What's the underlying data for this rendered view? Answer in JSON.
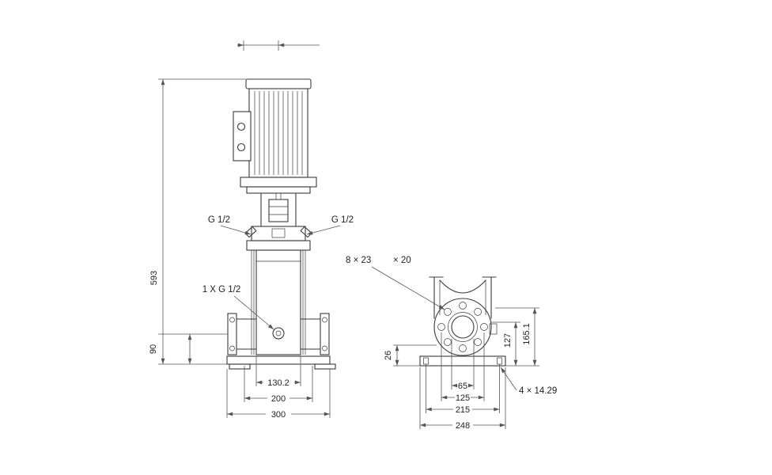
{
  "meta": {
    "background": "#ffffff",
    "line_color": "#3a3a3a",
    "dimension_color": "#555555",
    "text_color": "#222222"
  },
  "front_view": {
    "labels": {
      "gauge_port_left": "G 1/2",
      "gauge_port_right": "G 1/2",
      "drain_port": "1 X G 1/2"
    },
    "dimensions": {
      "total_height": "593",
      "port_center_to_base": "90",
      "stack_width": "130.2",
      "mid_width": "200",
      "overall_width": "300"
    }
  },
  "end_view": {
    "labels": {
      "flange_holes": "8 × 23",
      "flange_holes_suffix": "× 20",
      "base_holes": "4 × 14.29"
    },
    "dimensions": {
      "base_step_height": "26",
      "port_center_height": "127",
      "bracket_height": "165.1",
      "port_bore": "65",
      "flange_hole_span": "125",
      "anchor_hole_span": "215",
      "base_length": "248"
    }
  }
}
